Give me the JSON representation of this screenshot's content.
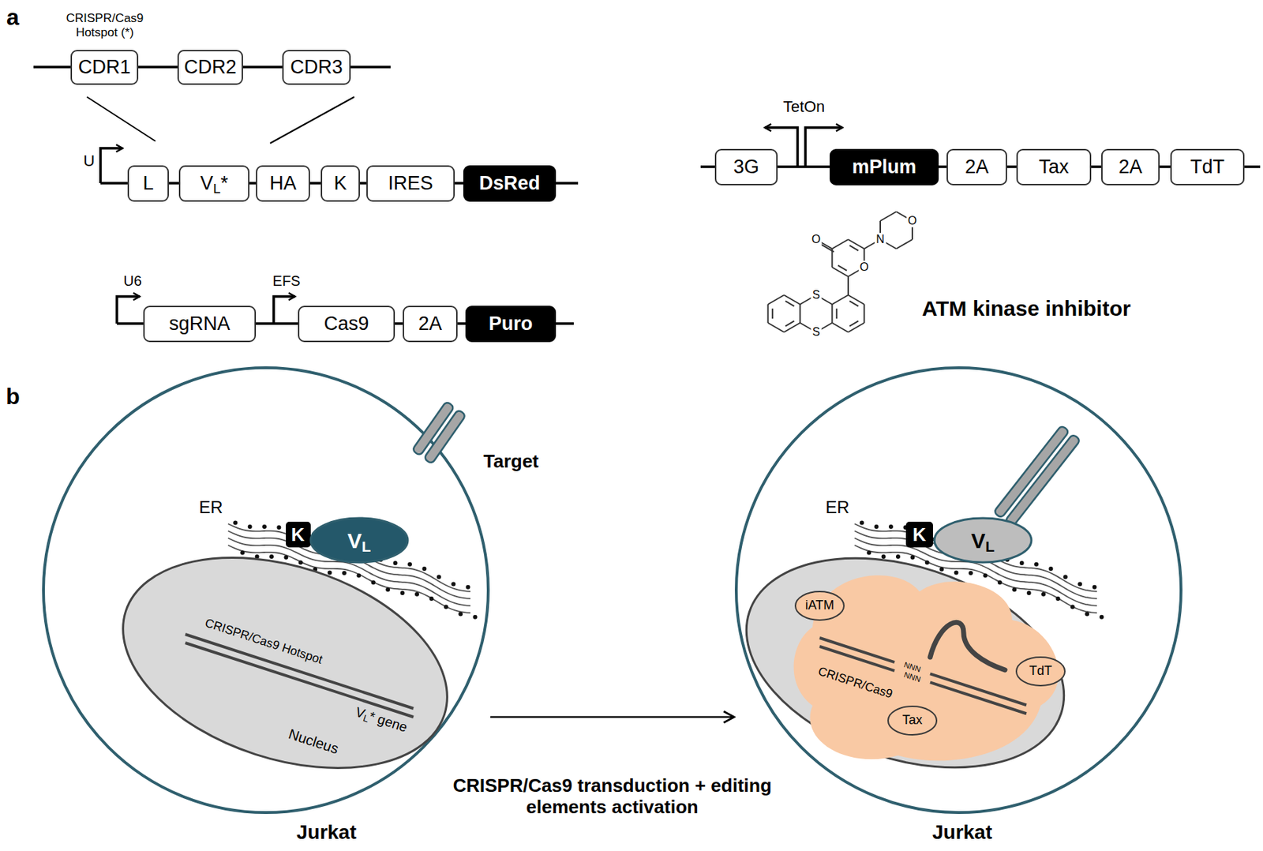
{
  "diagram": {
    "nodes": [
      {
        "text": [
          "CDR1"
        ]
      },
      {
        "text": [
          "CDR2"
        ]
      },
      {
        "text": [
          "CDR3"
        ]
      },
      {
        "text": [
          "L"
        ]
      },
      {
        "text": [
          "VL*"
        ]
      },
      {
        "text": [
          "HA"
        ]
      },
      {
        "text": [
          "K"
        ]
      },
      {
        "text": [
          "IRES"
        ]
      },
      {
        "text": [
          "DsRed"
        ]
      },
      {
        "text": [
          "sgRNA"
        ]
      },
      {
        "text": [
          "Cas9"
        ]
      },
      {
        "text": [
          "2A"
        ]
      },
      {
        "text": [
          "Puro"
        ]
      },
      {
        "text": [
          "3G"
        ]
      },
      {
        "text": [
          "mPlum"
        ]
      },
      {
        "text": [
          "2A"
        ]
      },
      {
        "text": [
          "Tax"
        ]
      },
      {
        "text": [
          "2A"
        ]
      },
      {
        "text": [
          "TdT"
        ]
      },
      {
        "text": [
          "Jurkat"
        ]
      },
      {
        "text": [
          "Nucleus"
        ],
        "in": 19
      },
      {
        "text": [
          "K"
        ],
        "in": 19
      },
      {
        "text": [
          "VL"
        ],
        "in": 19
      },
      {
        "text": [
          "Jurkat"
        ]
      },
      {
        "text": [
          "K"
        ],
        "in": 23
      },
      {
        "text": [
          "VL"
        ],
        "in": 23
      },
      {
        "text": [
          "iATM"
        ],
        "in": 23
      },
      {
        "text": [
          "TdT"
        ],
        "in": 23
      },
      {
        "text": [
          "Tax"
        ],
        "in": 23
      }
    ],
    "edges": [
      {
        "from": 19,
        "to": 23,
        "arrow": "to",
        "label": "CRISPR/Cas9 transduction + editing elements activation"
      }
    ],
    "labels": [
      "a",
      "CRISPR/Cas9 Hotspot (*)",
      "U",
      "U6",
      "EFS",
      "TetOn",
      "O",
      "O",
      "N",
      "O",
      "S",
      "S",
      "ATM kinase inhibitor",
      "b",
      "Target",
      "ER",
      "CRISPR/Cas9 Hotspot",
      "VL* gene",
      "ER",
      "NNN",
      "NNN",
      "CRISPR/Cas9"
    ]
  }
}
